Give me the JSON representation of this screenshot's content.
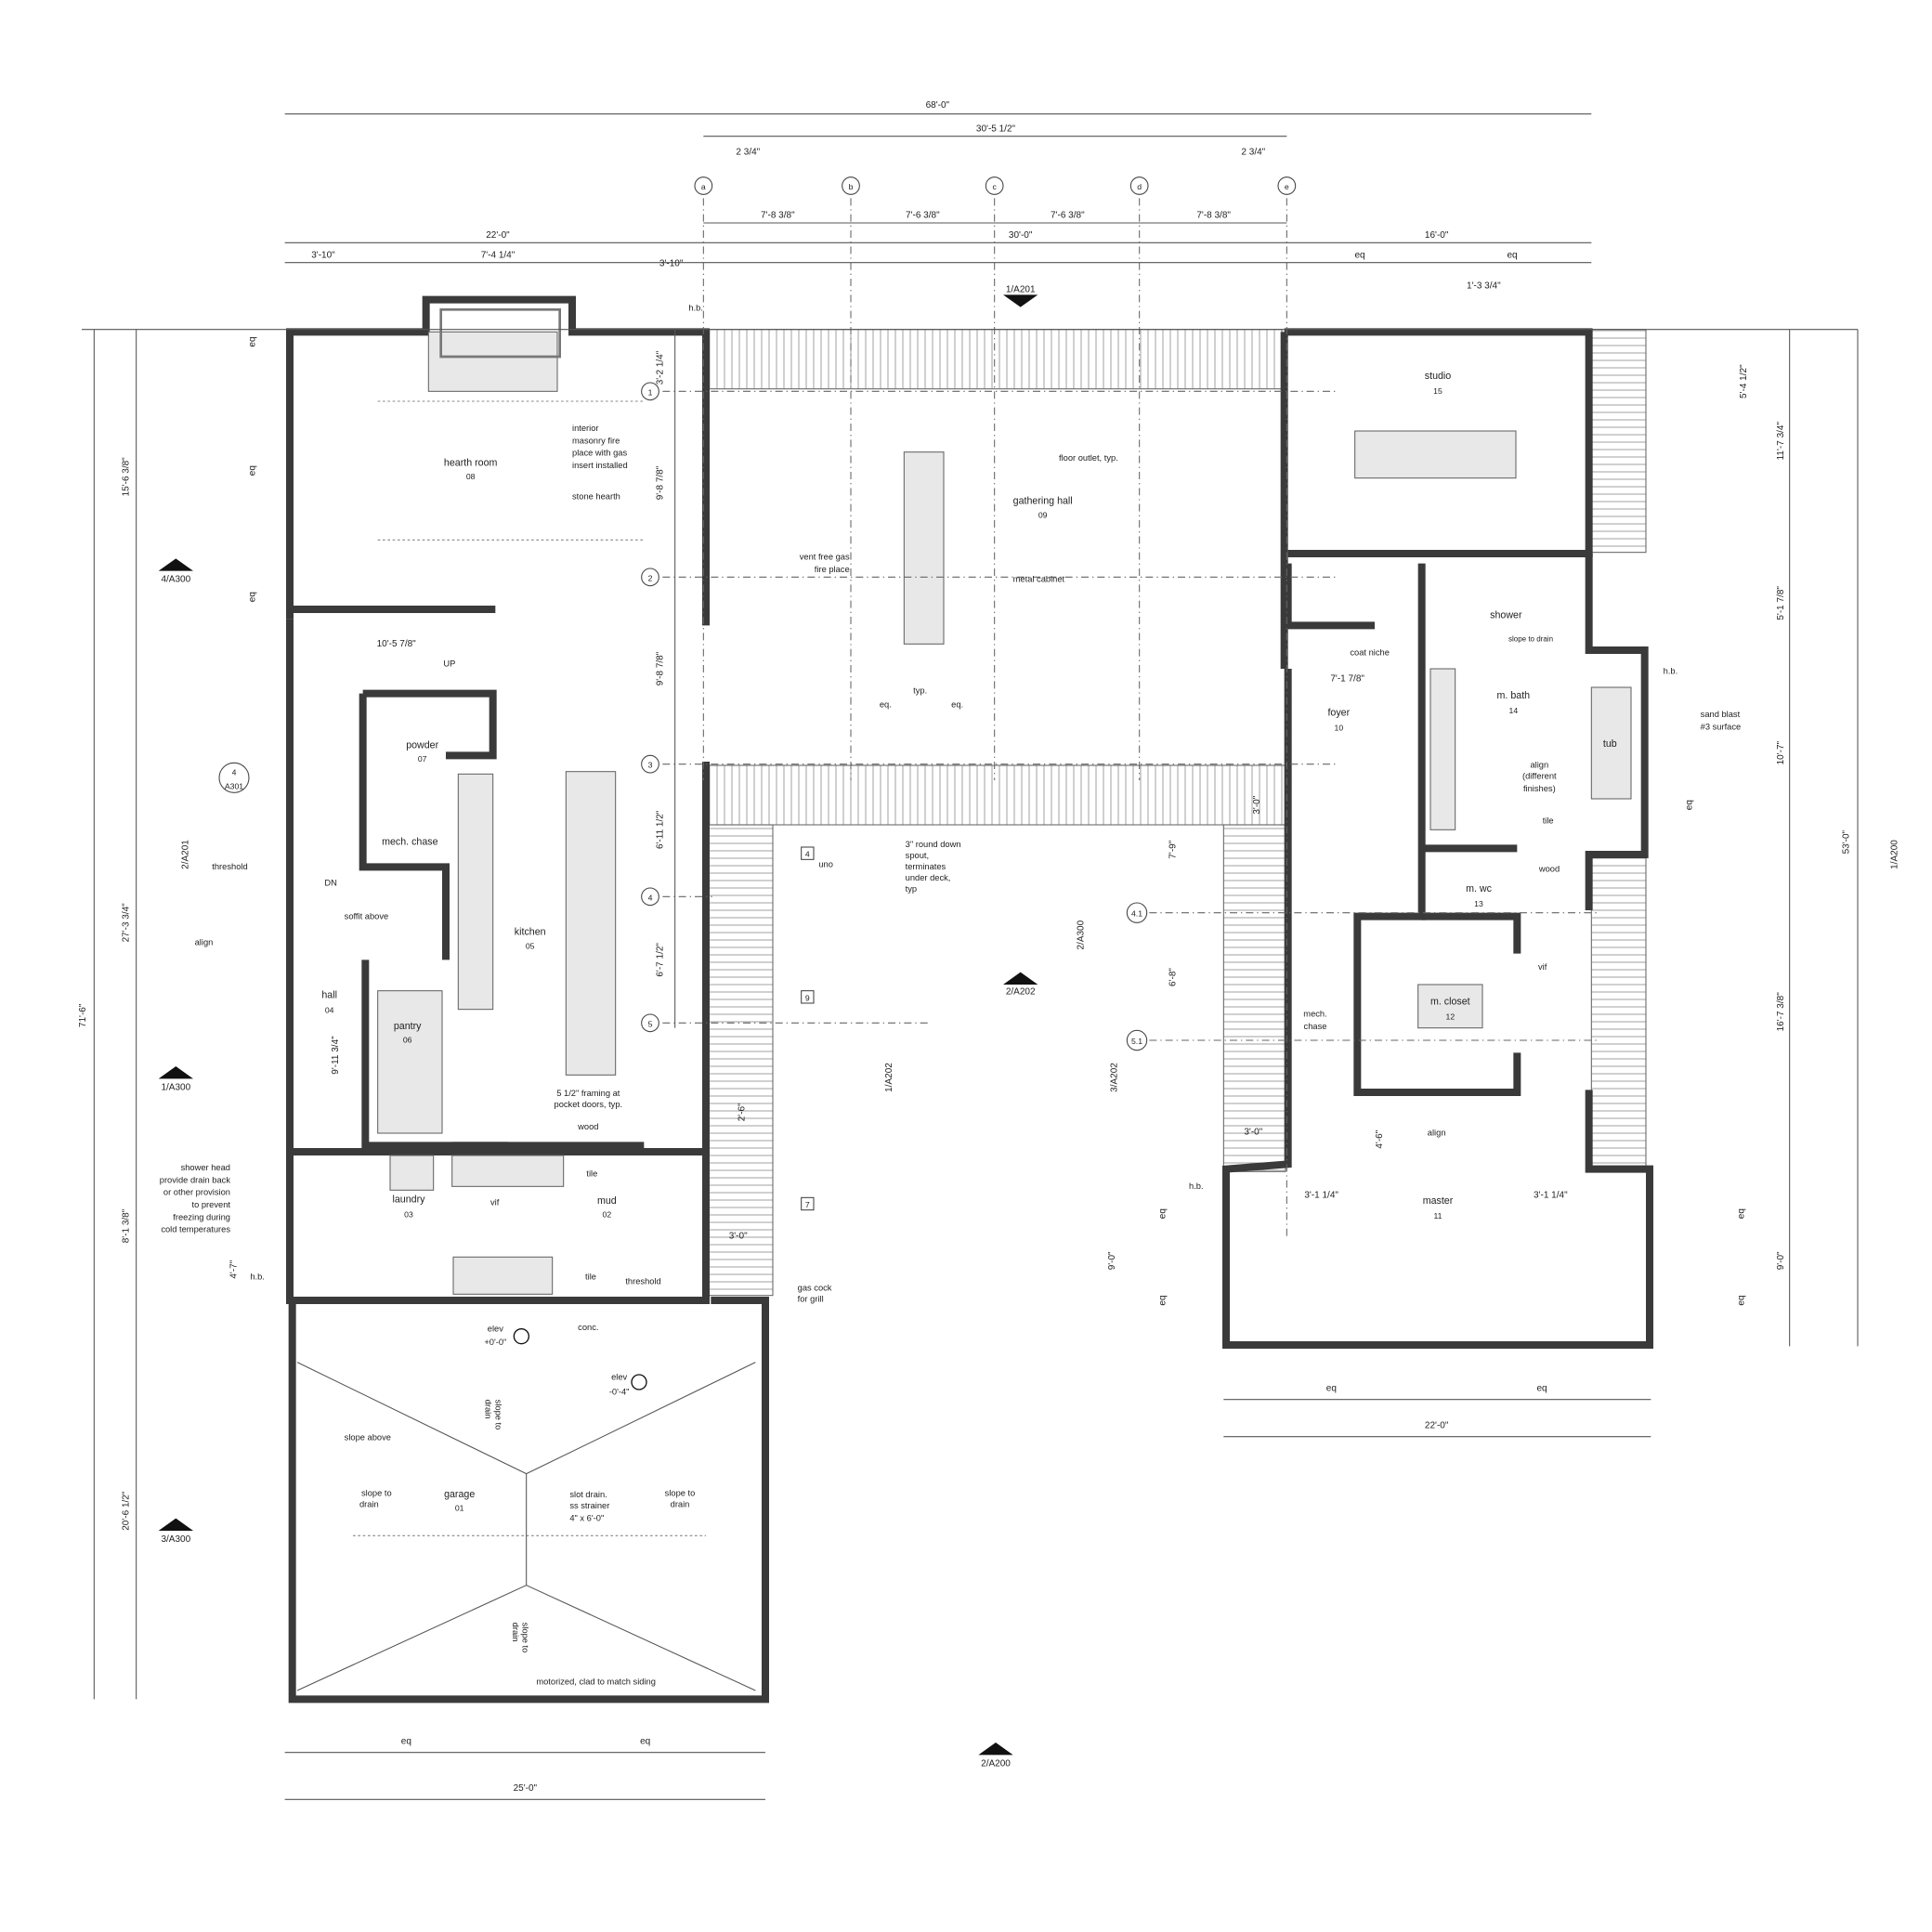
{
  "sheet": {
    "title": "Main floor plan"
  },
  "rooms": [
    {
      "name": "hearth room",
      "number": "08"
    },
    {
      "name": "gathering hall",
      "number": "09"
    },
    {
      "name": "studio",
      "number": "15"
    },
    {
      "name": "shower",
      "number": ""
    },
    {
      "name": "m. bath",
      "number": "14"
    },
    {
      "name": "tub",
      "number": ""
    },
    {
      "name": "foyer",
      "number": "10"
    },
    {
      "name": "powder",
      "number": "07"
    },
    {
      "name": "mech. chase",
      "number": ""
    },
    {
      "name": "kitchen",
      "number": "05"
    },
    {
      "name": "hall",
      "number": "04"
    },
    {
      "name": "pantry",
      "number": "06"
    },
    {
      "name": "laundry",
      "number": "03"
    },
    {
      "name": "mud",
      "number": "02"
    },
    {
      "name": "m. wc",
      "number": "13"
    },
    {
      "name": "m. closet",
      "number": "12"
    },
    {
      "name": "master",
      "number": "11"
    },
    {
      "name": "garage",
      "number": "01"
    }
  ],
  "grid": {
    "columns": [
      "a",
      "b",
      "c",
      "d",
      "e"
    ],
    "rows": [
      "1",
      "2",
      "3",
      "4",
      "5",
      "4.1",
      "5.1"
    ]
  },
  "dimensions": {
    "overall_width": "68'-0\"",
    "center_width": "30'-5 1/2\"",
    "offset_left": "2 3/4\"",
    "offset_right": "2 3/4\"",
    "bay_ab": "7'-8 3/8\"",
    "bay_bc": "7'-6 3/8\"",
    "bay_cd": "7'-6 3/8\"",
    "bay_de": "7'-8 3/8\"",
    "left_wing": "22'-0\"",
    "center_wing": "30'-0\"",
    "right_wing": "16'-0\"",
    "hearth_left": "3'-10\"",
    "fireplace": "7'-4 1/4\"",
    "hearth_right": "3'-10\"",
    "eq": "eq",
    "studio_window": "1'-3 3/4\"",
    "stair": "10'-5 7/8\"",
    "foyer": "7'-1 7/8\"",
    "master_left": "3'-1 1/4\"",
    "master_right": "3'-1 1/4\"",
    "master_width": "22'-0\"",
    "master_depth": "9'-0\"",
    "garage_width": "25'-0\"",
    "overall_depth": "71'-6\"",
    "hearth_depth": "15'-6 3/8\"",
    "hall_depth": "27'-3 3/4\"",
    "mud_depth": "8'-1 3/8\"",
    "garage_depth": "20'-6 1/2\"",
    "hb_height": "4'-7\"",
    "pantry": "9'-11 3/4\"",
    "grid_1": "3'-2 1/4\"",
    "grid_12": "9'-8 7/8\"",
    "grid_23": "9'-8 7/8\"",
    "grid_34": "6'-11 1/2\"",
    "grid_45": "6'-7 1/2\"",
    "deck_a": "2'-6\"",
    "deck_b": "3'-0\"",
    "r_41": "7'-9\"",
    "r_51": "6'-8\"",
    "r_door": "3'-0\"",
    "r_deck": "3'-0\"",
    "closet": "4'-6\"",
    "studio_win": "5'-4 1/2\"",
    "studio_depth": "11'-7 3/4\"",
    "shower_depth": "5'-1 7/8\"",
    "bath_depth": "10'-7\"",
    "wing_depth": "16'-7 3/8\"",
    "right_overall": "53'-0\""
  },
  "sections": [
    "1/A201",
    "4/A300",
    "1/A300",
    "3/A300",
    "2/A201",
    "1/A202",
    "2/A300",
    "2/A202",
    "3/A202",
    "1/A200",
    "2/A200"
  ],
  "detail_tag": {
    "number": "4",
    "sheet": "A301"
  },
  "keynotes": [
    "4",
    "9",
    "7"
  ],
  "notes": {
    "fireplace": [
      "interior",
      "masonry fire",
      "place with gas",
      "insert installed"
    ],
    "stone_hearth": "stone hearth",
    "floor_outlet": "floor outlet, typ.",
    "vent_fire": [
      "vent free gas",
      "fire place"
    ],
    "metal_cabinet": "metal cabinet",
    "coat_niche": "coat niche",
    "shower_slope": "slope to drain",
    "hb": "h.b.",
    "sand_blast": [
      "sand blast",
      "#3 surface"
    ],
    "align_finishes": [
      "align",
      "(different",
      "finishes)"
    ],
    "tile": "tile",
    "wood": "wood",
    "vif": "vif",
    "mech_chase": [
      "mech.",
      "chase"
    ],
    "align": "align",
    "up": "UP",
    "dn": "DN",
    "threshold": "threshold",
    "soffit": "soffit above",
    "typ": "typ.",
    "eq_dot": "eq.",
    "uno": "uno",
    "spout": [
      "3\" round down",
      "spout,",
      "terminates",
      "under deck,",
      "typ"
    ],
    "pocket": [
      "5 1/2\" framing at",
      "pocket doors, typ."
    ],
    "shower_head": [
      "shower head",
      "provide drain back",
      "or other provision",
      "to prevent",
      "freezing during",
      "cold temperatures"
    ],
    "conc": "conc.",
    "gas_cock": [
      "gas cock",
      "for grill"
    ],
    "elev1": [
      "elev",
      "+0'-0\""
    ],
    "elev2": [
      "elev",
      "-0'-4\""
    ],
    "slope_to_drain": [
      "slope to",
      "drain"
    ],
    "slope_above": "slope above",
    "slot_drain": [
      "slot drain.",
      "ss strainer",
      "4\" x 6'-0\""
    ],
    "motorized": "motorized, clad to match siding"
  }
}
